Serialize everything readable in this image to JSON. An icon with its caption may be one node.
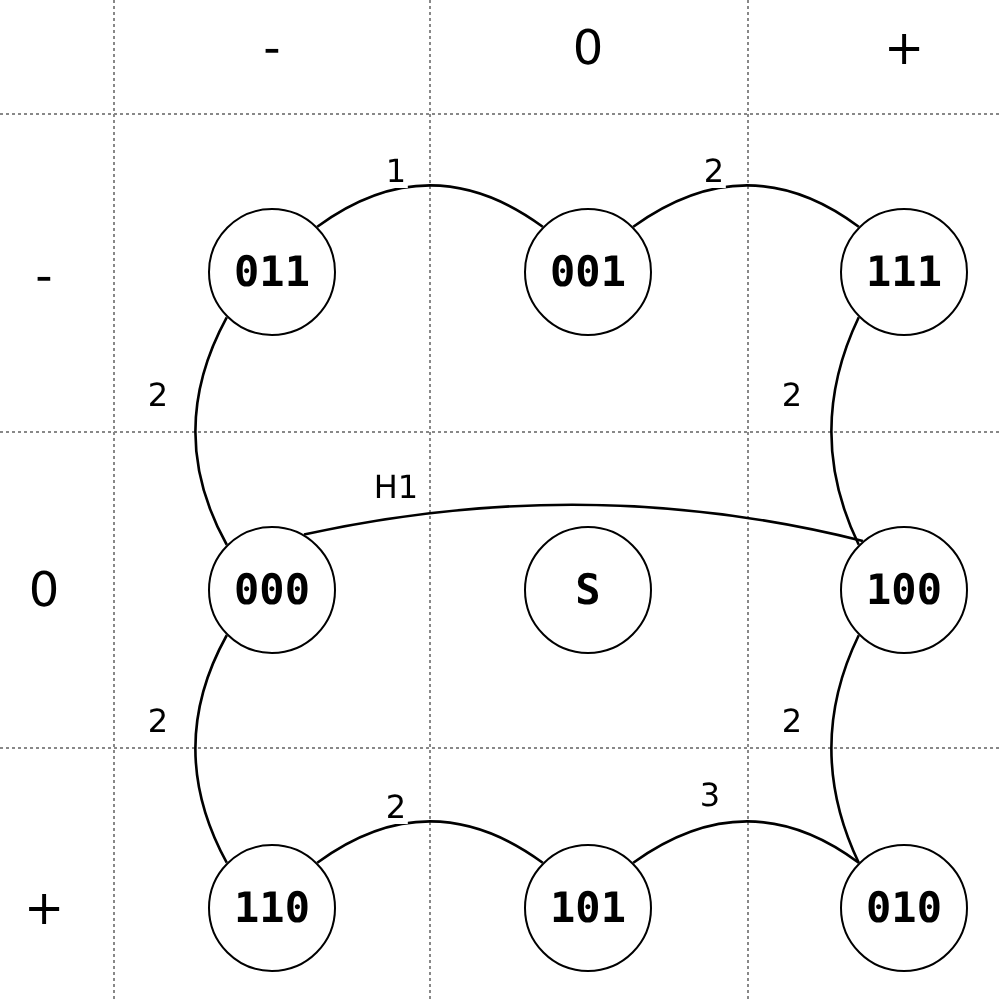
{
  "diagram": {
    "nodes": [
      {
        "text": [
          "011"
        ]
      },
      {
        "text": [
          "001"
        ]
      },
      {
        "text": [
          "111"
        ]
      },
      {
        "text": [
          "000"
        ]
      },
      {
        "text": [
          "S"
        ]
      },
      {
        "text": [
          "100"
        ]
      },
      {
        "text": [
          "110"
        ]
      },
      {
        "text": [
          "101"
        ]
      },
      {
        "text": [
          "010"
        ]
      }
    ],
    "edges": [
      {
        "from": 0,
        "to": 1,
        "arrow": "none",
        "label": "1"
      },
      {
        "from": 1,
        "to": 2,
        "arrow": "none",
        "label": "2"
      },
      {
        "from": 0,
        "to": 3,
        "arrow": "none",
        "label": "2"
      },
      {
        "from": 2,
        "to": 5,
        "arrow": "none",
        "label": "2"
      },
      {
        "from": 3,
        "to": 5,
        "arrow": "none",
        "label": "H1"
      },
      {
        "from": 3,
        "to": 6,
        "arrow": "none",
        "label": "2"
      },
      {
        "from": 5,
        "to": 8,
        "arrow": "none",
        "label": "2"
      },
      {
        "from": 6,
        "to": 7,
        "arrow": "none",
        "label": "2"
      },
      {
        "from": 7,
        "to": 8,
        "arrow": "none",
        "label": "3"
      }
    ],
    "labels": [
      "-",
      "0",
      "+",
      "-",
      "0",
      "+"
    ]
  }
}
